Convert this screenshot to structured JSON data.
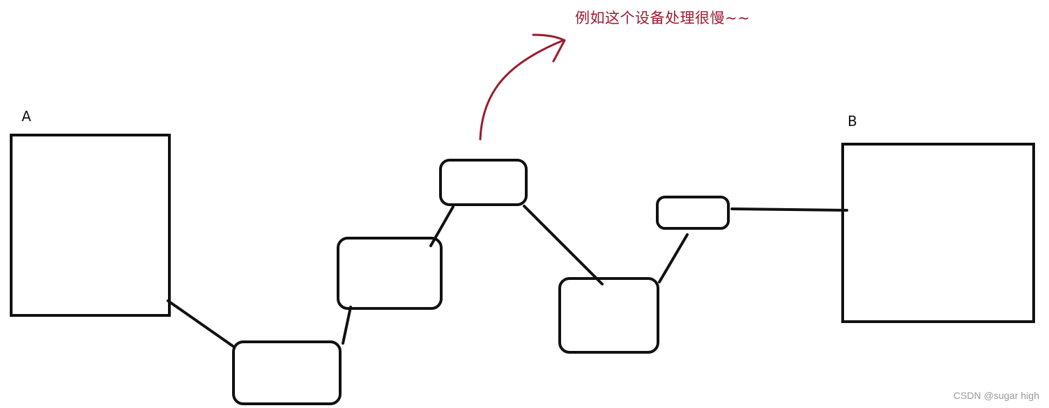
{
  "diagram": {
    "nodes": {
      "a": {
        "label": "A"
      },
      "b": {
        "label": "B"
      }
    },
    "annotation": {
      "text": "例如这个设备处理很慢~~",
      "color": "#9b1b30"
    },
    "colors": {
      "stroke": "#111111",
      "arrow": "#9b1b30"
    }
  },
  "watermark": "CSDN @sugar high"
}
